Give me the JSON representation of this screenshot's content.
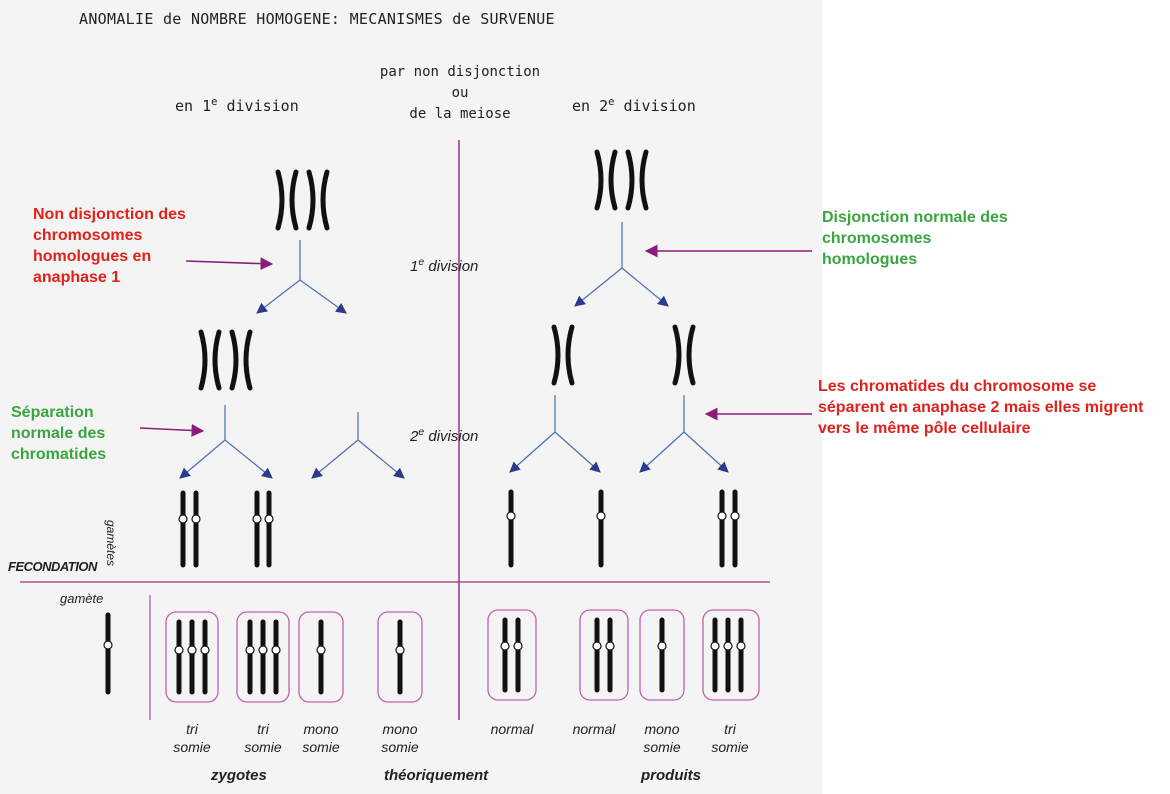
{
  "title": "ANOMALIE de NOMBRE HOMOGENE: MECANISMES de SURVENUE",
  "header": {
    "center_line1": "par non disjonction",
    "center_line2": "ou",
    "center_line3": "de la meiose",
    "left_prefix": "en 1",
    "left_sup": "e",
    "left_suffix": " division",
    "right_prefix": "en 2",
    "right_sup": "e",
    "right_suffix": " division"
  },
  "division_labels": {
    "first_num": "1",
    "first_sup": "e",
    "first_text": " division",
    "second_num": "2",
    "second_sup": "e",
    "second_text": " division"
  },
  "annotations": {
    "non_disjonction": "Non disjonction des chromosomes homologues en anaphase 1",
    "separation_normale": "Séparation normale des chromatides",
    "disjonction_normale": "Disjonction normale des chromosomes homologues",
    "chromatides_meme_pole": "Les chromatides du chromosome se séparent en anaphase 2 mais elles migrent vers le même pôle cellulaire"
  },
  "side_labels": {
    "gametes": "gamètes",
    "fecondation": "FECONDATION",
    "gamete": "gamète"
  },
  "zygote_labels": [
    {
      "line1": "tri",
      "line2": "somie"
    },
    {
      "line1": "tri",
      "line2": "somie"
    },
    {
      "line1": "mono",
      "line2": "somie"
    },
    {
      "line1": "mono",
      "line2": "somie"
    },
    {
      "line1": "normal",
      "line2": ""
    },
    {
      "line1": "normal",
      "line2": ""
    },
    {
      "line1": "mono",
      "line2": "somie"
    },
    {
      "line1": "tri",
      "line2": "somie"
    }
  ],
  "footer": {
    "zygotes": "zygotes",
    "theoriquement": "théoriquement",
    "produits": "produits"
  },
  "colors": {
    "annotation_red": "#e0221b",
    "annotation_green": "#3aa540",
    "pointer_arrow": "#8b1c7a",
    "divider": "#a0307f",
    "spindle_arrow": "#2b3a8c",
    "chromosome": "#111111"
  }
}
